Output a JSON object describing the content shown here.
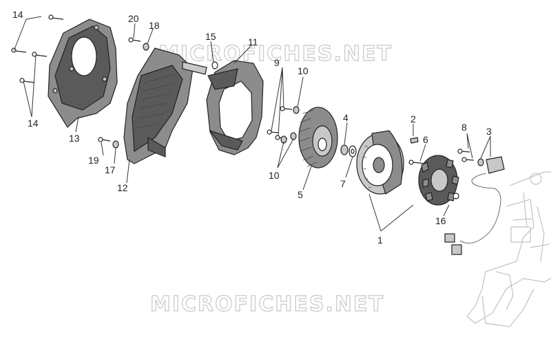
{
  "watermark": "MICROFICHES.NET",
  "labels": {
    "l1": "1",
    "l2": "2",
    "l3": "3",
    "l4": "4",
    "l5": "5",
    "l6": "6",
    "l7": "7",
    "l8": "8",
    "l9": "9",
    "l10a": "10",
    "l10b": "10",
    "l11": "11",
    "l12": "12",
    "l13": "13",
    "l14a": "14",
    "l14b": "14",
    "l15": "15",
    "l16": "16",
    "l17": "17",
    "l18": "18",
    "l19": "19",
    "l20": "20"
  },
  "colors": {
    "part_dark": "#5a5a5a",
    "part_mid": "#8c8c8c",
    "line": "#222222",
    "watermark": "#cfcfcf"
  }
}
